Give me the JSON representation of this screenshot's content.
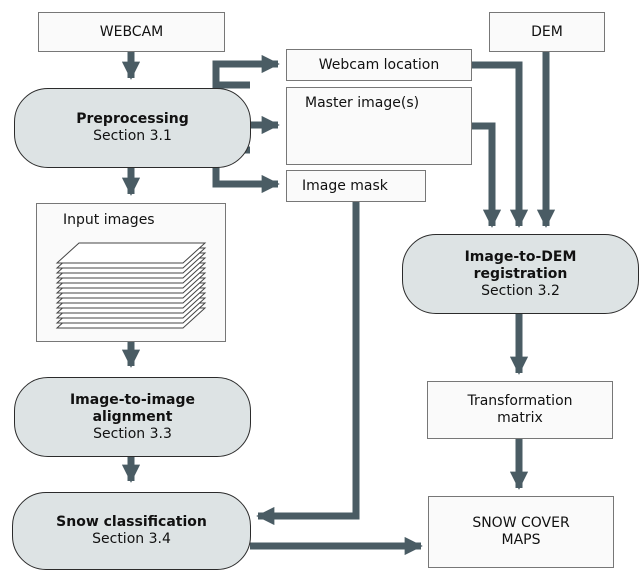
{
  "inputs": {
    "webcam": "WEBCAM",
    "dem": "DEM"
  },
  "processes": {
    "preprocessing": {
      "title": "Preprocessing",
      "section": "Section 3.1"
    },
    "registration": {
      "title_line1": "Image-to-DEM",
      "title_line2": "registration",
      "section": "Section 3.2"
    },
    "alignment": {
      "title_line1": "Image-to-image",
      "title_line2": "alignment",
      "section": "Section 3.3"
    },
    "classification": {
      "title": "Snow classification",
      "section": "Section 3.4"
    }
  },
  "data_items": {
    "webcam_location": "Webcam location",
    "master_images": "Master image(s)",
    "image_mask": "Image mask",
    "input_images": "Input images",
    "transformation_line1": "Transformation",
    "transformation_line2": "matrix"
  },
  "outputs": {
    "snow_cover_line1": "SNOW COVER",
    "snow_cover_line2": "MAPS"
  },
  "colors": {
    "process_fill": "#dde3e4",
    "arrow": "#4a5c64",
    "box_border": "#777777"
  }
}
